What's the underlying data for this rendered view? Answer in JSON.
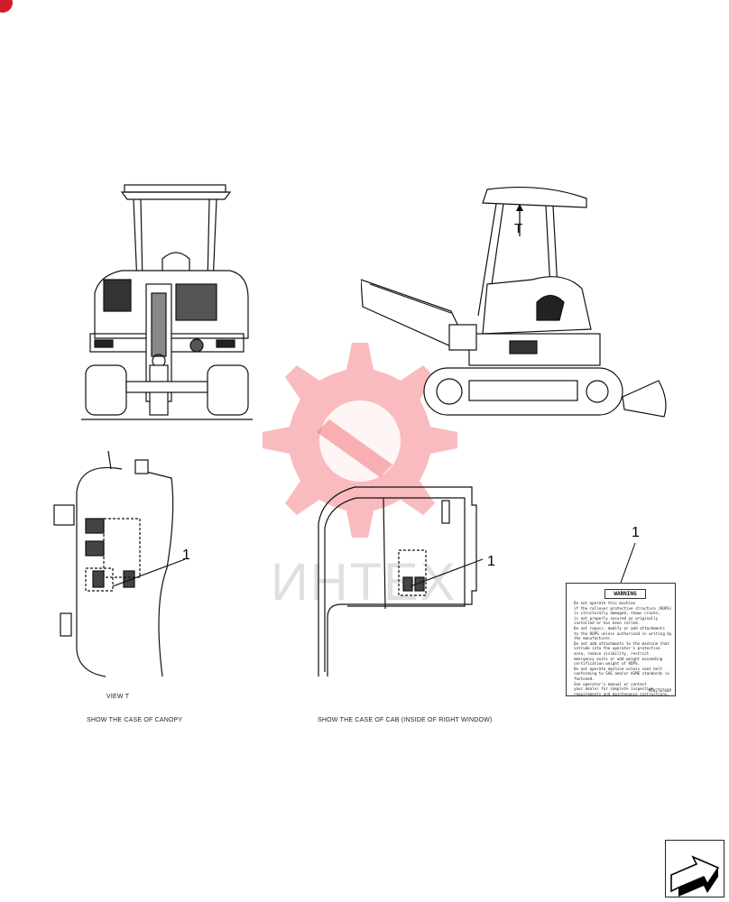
{
  "labels": {
    "view_t": "VIEW T",
    "caption_canopy": "SHOW THE CASE OF CANOPY",
    "caption_cab": "SHOW THE CASE OF CAB (INSIDE OF RIGHT WINDOW)",
    "arrow_letter": "T",
    "callout_1": "1",
    "callout_2": "1",
    "callout_3": "1"
  },
  "decal": {
    "header": "WARNING",
    "lines": [
      "Do not operate this machine",
      "if the rollover protective structure (ROPS)",
      "is structurally damaged, shows cracks,",
      "is not properly secured as originally",
      "installed or has been rolled.",
      "Do not repair, modify or add attachments",
      "to the ROPS unless authorized in writing by",
      "the manufacturer.",
      "Do not add attachments to the machine that",
      "intrude into the operator's protective",
      "area, reduce visibility, restrict",
      "emergency exits or add weight exceeding",
      "certification weight of ROPS.",
      "Do not operate machine unless seat belt",
      "conforming to SAE and/or ASME standards is",
      "fastened.",
      "See operator's manual or contact",
      "your dealer for complete inspection",
      "requirements and maintenance instructions."
    ],
    "code": "PE02T0768P"
  },
  "watermark": {
    "text": "ИНТЕХ",
    "color": "#e8383d"
  }
}
